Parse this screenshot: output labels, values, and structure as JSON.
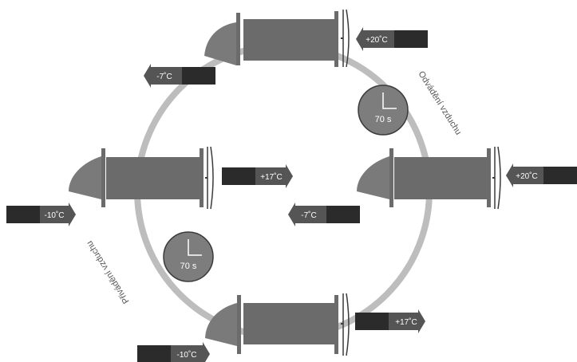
{
  "diagram": {
    "units": [
      {
        "position": "top",
        "direction": "left"
      },
      {
        "position": "left",
        "direction": "right"
      },
      {
        "position": "right",
        "direction": "left"
      },
      {
        "position": "bottom",
        "direction": "right"
      }
    ],
    "temperatures": {
      "top_in": "+20˚C",
      "top_out": "-7˚C",
      "left_in": "-10˚C",
      "left_out": "+17˚C",
      "right_in": "+20˚C",
      "right_out": "-7˚C",
      "bottom_in": "-10˚C",
      "bottom_out": "+17˚C"
    },
    "timers": {
      "upper_right": "70 s",
      "lower_left": "70 s"
    },
    "side_labels": {
      "exhaust": "Odvádění vzduchu",
      "supply": "Přivádění vzduchu"
    },
    "colors": {
      "unit_body": "#6b6b6b",
      "cap": "#7a7a7a",
      "ring": "#bdbdbd",
      "arrow_dark": "#2b2b2b",
      "arrow_mid": "#555555",
      "clock": "#7d7d7d"
    }
  }
}
